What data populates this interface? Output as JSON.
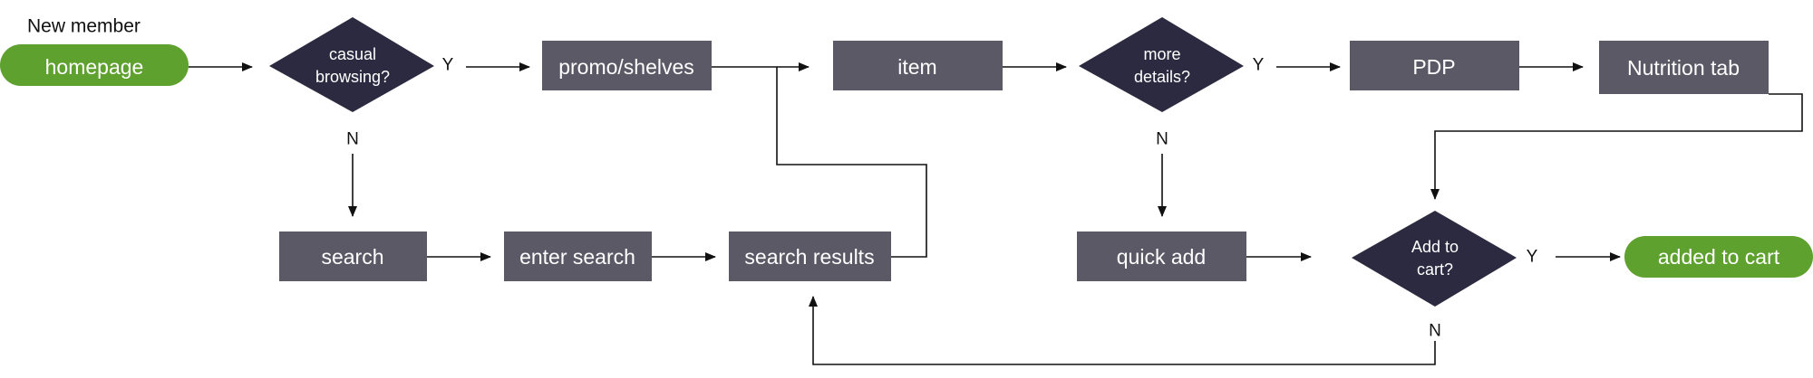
{
  "diagram": {
    "title": "New member",
    "nodes": {
      "homepage": "homepage",
      "casual_browsing": [
        "casual",
        "browsing?"
      ],
      "promo_shelves": "promo/shelves",
      "item": "item",
      "more_details": [
        "more",
        "details?"
      ],
      "pdp": "PDP",
      "nutrition_tab": "Nutrition tab",
      "search": "search",
      "enter_search": "enter search",
      "search_results": "search results",
      "quick_add": "quick add",
      "add_to_cart": [
        "Add to",
        "cart?"
      ],
      "added_to_cart": "added to cart"
    },
    "edge_labels": {
      "casual_yes": "Y",
      "casual_no": "N",
      "details_yes": "Y",
      "details_no": "N",
      "cart_yes": "Y",
      "cart_no": "N"
    },
    "colors": {
      "start_end": "#5ea12f",
      "process": "#5b5966",
      "decision": "#2c2a40",
      "connector": "#111111"
    }
  }
}
